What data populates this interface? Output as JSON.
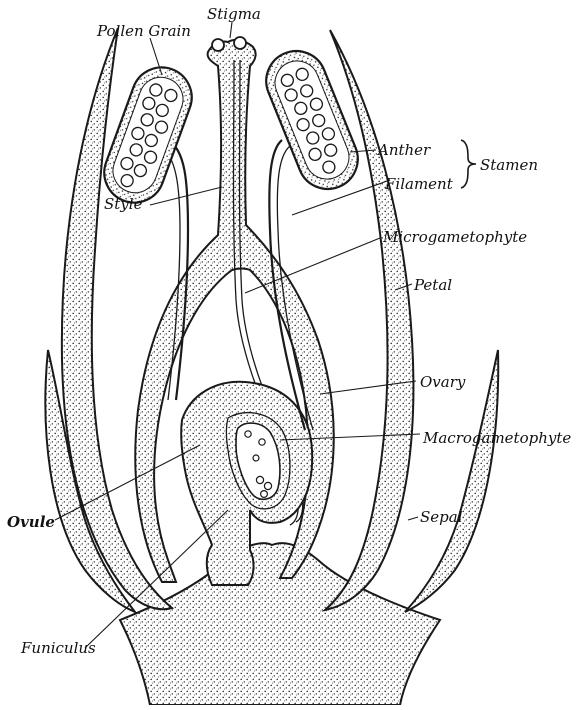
{
  "labels": {
    "pollen_grain": "Pollen Grain",
    "stigma": "Stigma",
    "anther": "Anther",
    "stamen": "Stamen",
    "filament": "Filament",
    "style": "Style",
    "microgametophyte": "Microgametophyte",
    "petal": "Petal",
    "ovary": "Ovary",
    "macrogametophyte": "Macrogametophyte",
    "ovule": "Ovule",
    "sepal": "Sepal",
    "funiculus": "Funiculus"
  }
}
